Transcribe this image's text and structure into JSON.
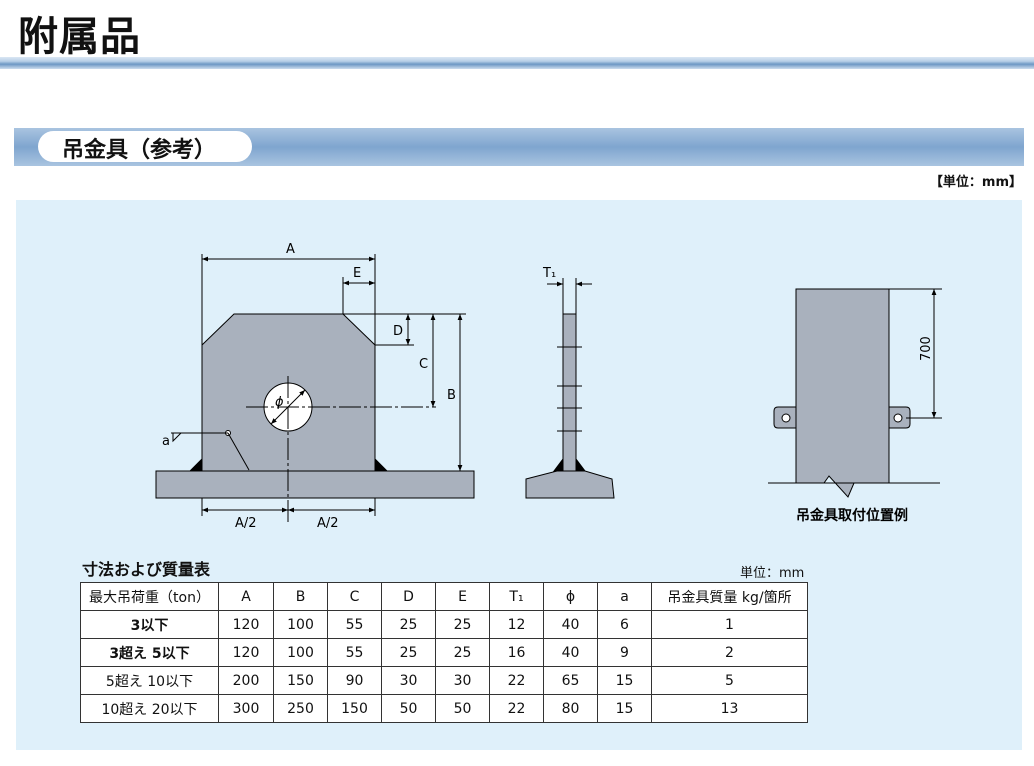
{
  "page_title": "附属品",
  "section_title": "吊金具（参考）",
  "unit_top": "【単位：mm】",
  "drawing": {
    "labels": {
      "A": "A",
      "E": "E",
      "D": "D",
      "C": "C",
      "B": "B",
      "phi": "ϕ",
      "a": "a",
      "half_left": "A/2",
      "half_right": "A/2",
      "T1": "T₁",
      "height_700": "700"
    },
    "caption": "吊金具取付位置例",
    "colors": {
      "plate": "#a9b1bd",
      "line": "#000000",
      "panel": "#dff0fa"
    }
  },
  "table": {
    "title": "寸法および質量表",
    "unit": "単位：mm",
    "headers": [
      "最大吊荷重（ton）",
      "A",
      "B",
      "C",
      "D",
      "E",
      "T₁",
      "ϕ",
      "a",
      "吊金具質量  kg/箇所"
    ],
    "rows": [
      [
        "3以下",
        "120",
        "100",
        "55",
        "25",
        "25",
        "12",
        "40",
        "6",
        "1"
      ],
      [
        "3超え 5以下",
        "120",
        "100",
        "55",
        "25",
        "25",
        "16",
        "40",
        "9",
        "2"
      ],
      [
        "5超え 10以下",
        "200",
        "150",
        "90",
        "30",
        "30",
        "22",
        "65",
        "15",
        "5"
      ],
      [
        "10超え 20以下",
        "300",
        "250",
        "150",
        "50",
        "50",
        "22",
        "80",
        "15",
        "13"
      ]
    ]
  }
}
